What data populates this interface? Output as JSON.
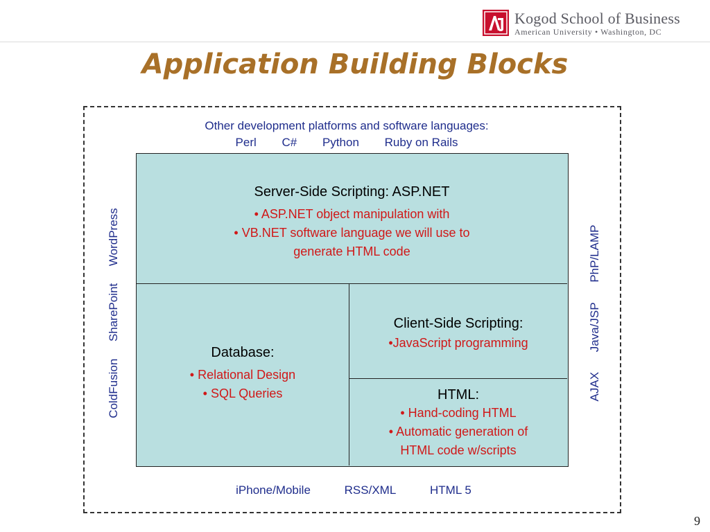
{
  "logo": {
    "line1": "Kogod School of Business",
    "line2": "American University • Washington, DC",
    "mark_color": "#c8102e"
  },
  "slide": {
    "title": "Application Building Blocks",
    "page_number": "9"
  },
  "top_note": {
    "heading": "Other development platforms and software languages:",
    "languages": [
      "Perl",
      "C#",
      "Python",
      "Ruby on Rails"
    ]
  },
  "bottom_note": {
    "items": [
      "iPhone/Mobile",
      "RSS/XML",
      "HTML 5"
    ]
  },
  "left_side": {
    "items": [
      "ColdFusion",
      "SharePoint",
      "WordPress"
    ]
  },
  "right_side": {
    "items": [
      "AJAX",
      "Java/JSP",
      "PhP/LAMP"
    ]
  },
  "blocks": {
    "server": {
      "title": "Server-Side Scripting: ASP.NET",
      "items": [
        "• ASP.NET object manipulation with",
        "• VB.NET software language we will use to",
        "generate HTML code"
      ]
    },
    "database": {
      "title": "Database:",
      "items": [
        "• Relational Design",
        "• SQL Queries"
      ]
    },
    "client": {
      "title": "Client-Side Scripting:",
      "items": [
        "•JavaScript programming"
      ]
    },
    "html": {
      "title": "HTML:",
      "items": [
        "• Hand-coding HTML",
        "• Automatic generation of",
        "HTML code w/scripts"
      ]
    }
  },
  "colors": {
    "title": "#a87028",
    "note_text": "#1f2d8c",
    "block_fill": "#b9dfe0",
    "bullet_text": "#d01818"
  }
}
